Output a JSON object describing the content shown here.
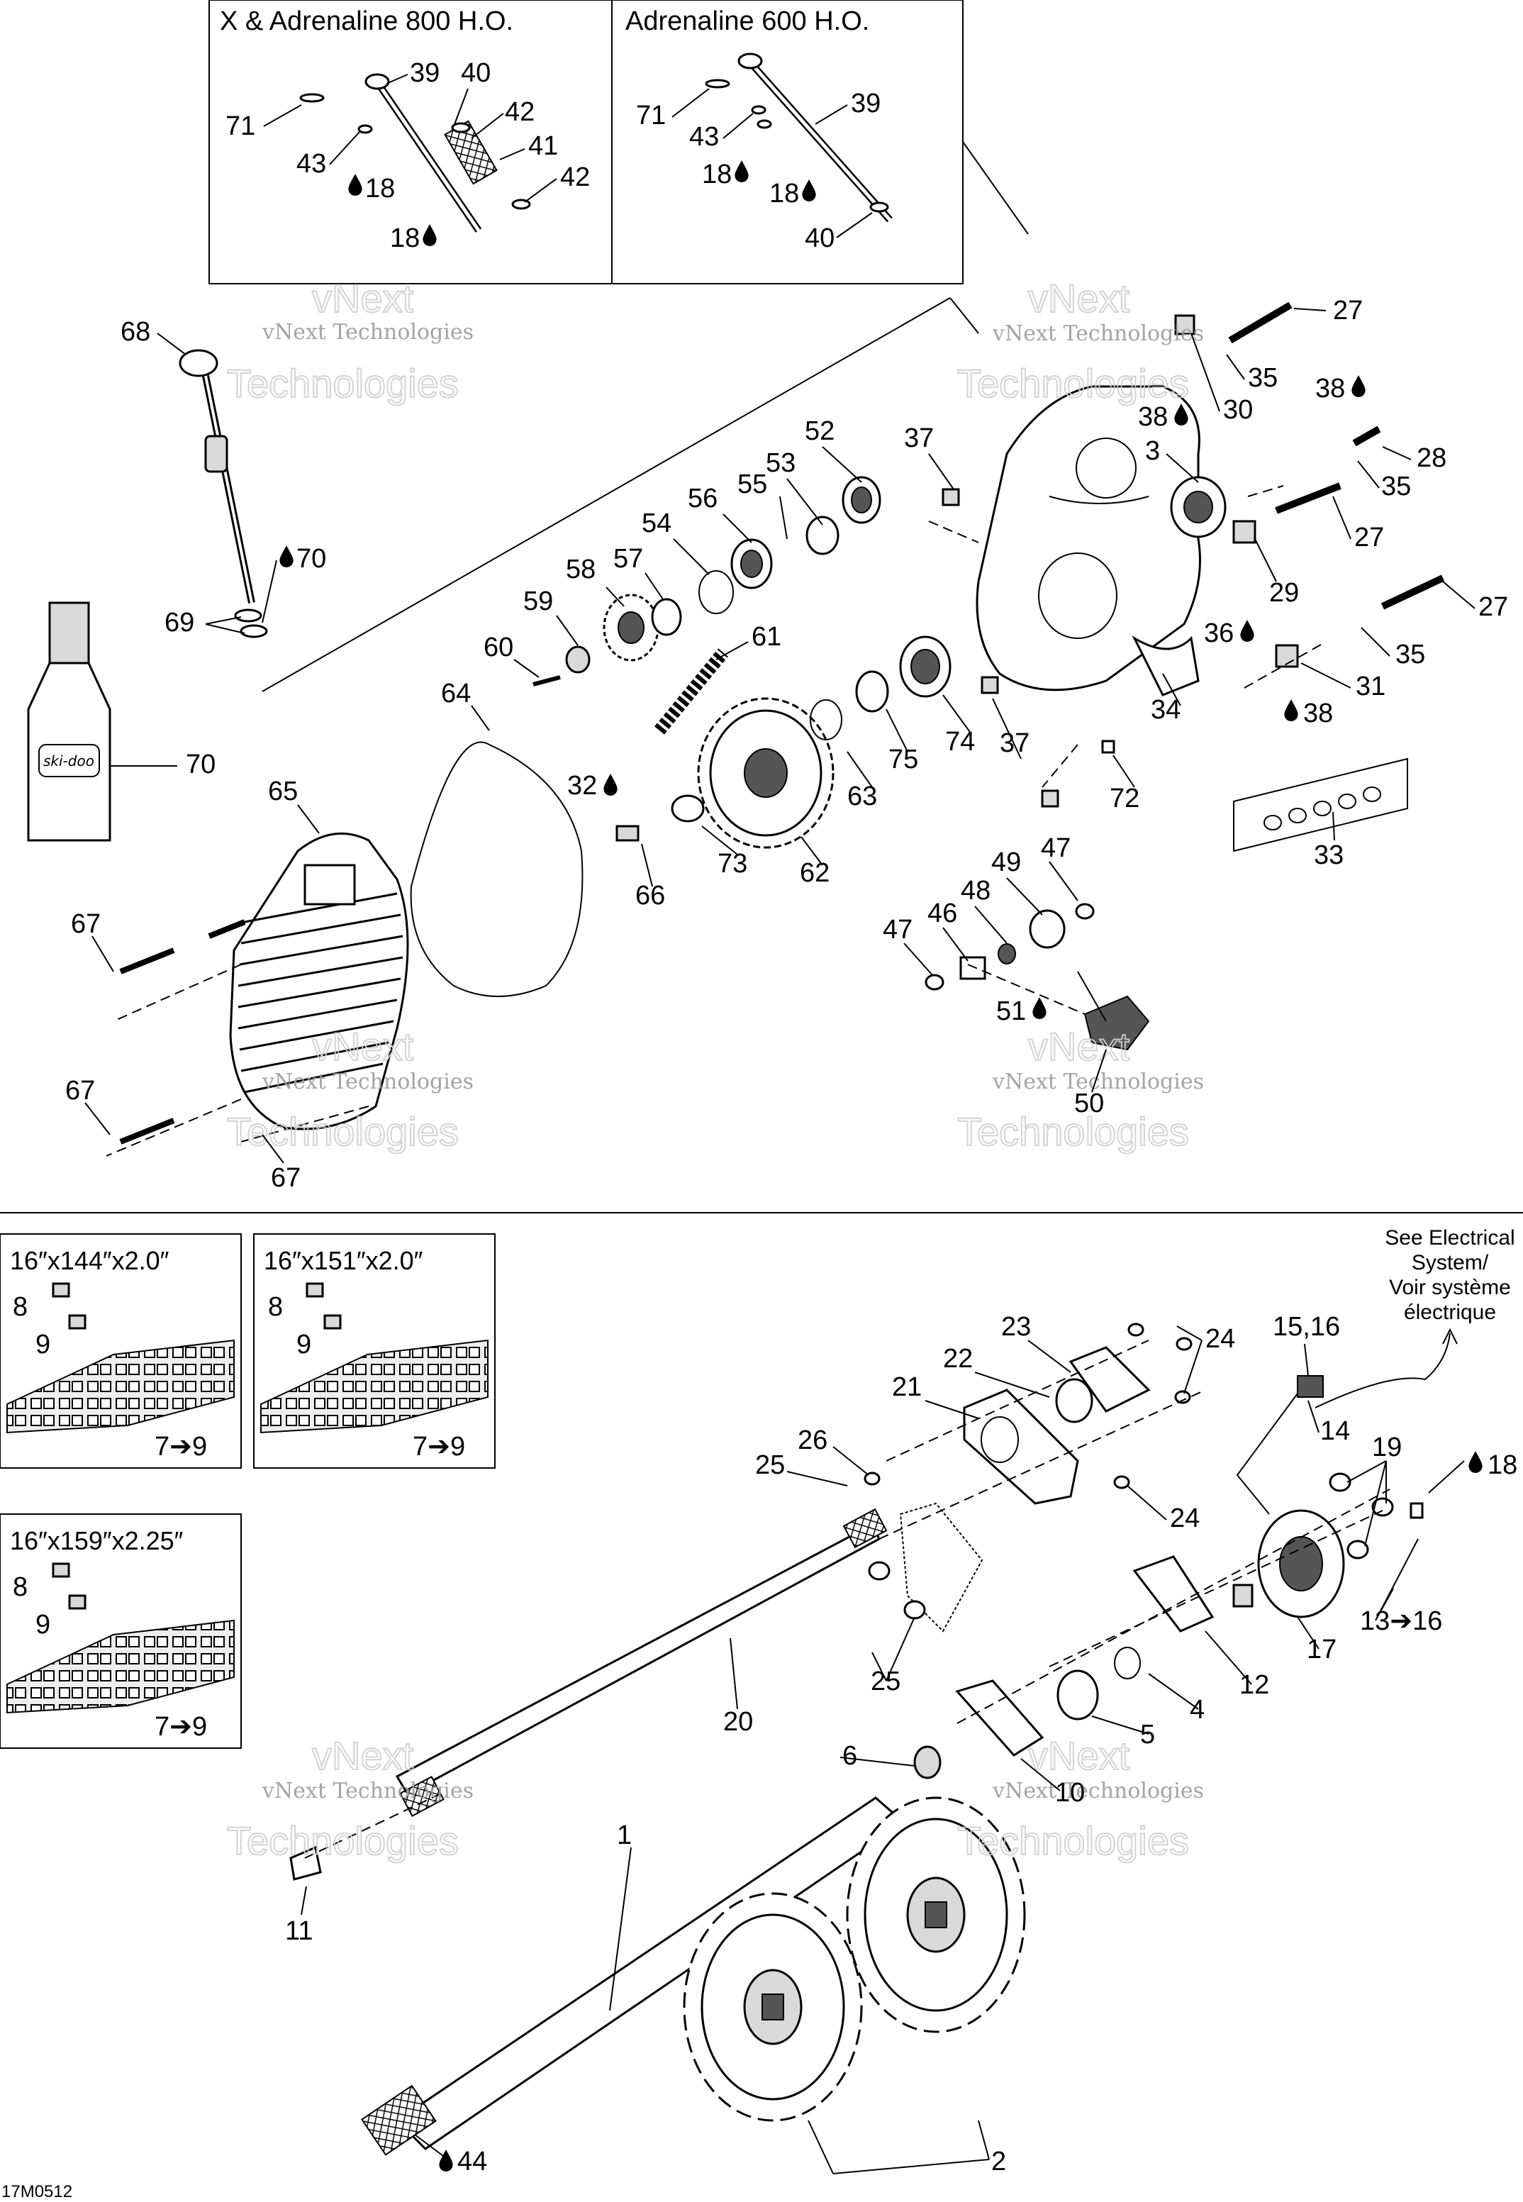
{
  "variant_boxes": {
    "left_title": "X & Adrenaline 800 H.O.",
    "right_title": "Adrenaline 600 H.O."
  },
  "tracks": [
    {
      "size": "16″x144″x2.0″",
      "label_a": "8",
      "label_b": "9",
      "range": "7➔9"
    },
    {
      "size": "16″x151″x2.0″",
      "label_a": "8",
      "label_b": "9",
      "range": "7➔9"
    },
    {
      "size": "16″x159″x2.25″",
      "label_a": "8",
      "label_b": "9",
      "range": "7➔9"
    }
  ],
  "electrical_note": {
    "line1": "See Electrical",
    "line2": "System/",
    "line3": "Voir système",
    "line4": "électrique"
  },
  "watermark": {
    "line1": "vNext Technologies",
    "line2": "vNext",
    "line3": "Technologies"
  },
  "figure_code": "17M0512",
  "icons": {
    "drop": "oil-drop-icon",
    "bottle": "oil-bottle-icon"
  },
  "callouts": {
    "c39a": "39",
    "c40a": "40",
    "c42a": "42",
    "c41": "41",
    "c42b": "42",
    "c71a": "71",
    "c43a": "43",
    "c18a": "18",
    "c18b": "18",
    "c71b": "71",
    "c43b": "43",
    "c39b": "39",
    "c18c": "18",
    "c18d": "18",
    "c40b": "40",
    "c68": "68",
    "c69": "69",
    "c70a": "70",
    "c70b": "70",
    "c52": "52",
    "c53": "53",
    "c55": "55",
    "c56": "56",
    "c54": "54",
    "c37a": "37",
    "c57": "57",
    "c58": "58",
    "c59": "59",
    "c60": "60",
    "c61": "61",
    "c64": "64",
    "c65": "65",
    "c32": "32",
    "c73": "73",
    "c62": "62",
    "c63": "63",
    "c75": "75",
    "c74": "74",
    "c37b": "37",
    "c72": "72",
    "c66": "66",
    "c67a": "67",
    "c67b": "67",
    "c67c": "67",
    "c27a": "27",
    "c35a": "35",
    "c30": "30",
    "c38a": "38",
    "c38b": "38",
    "c28": "28",
    "c3": "3",
    "c35b": "35",
    "c27b": "27",
    "c29": "29",
    "c27c": "27",
    "c36": "36",
    "c35c": "35",
    "c31": "31",
    "c38c": "38",
    "c34": "34",
    "c33": "33",
    "c47a": "47",
    "c49": "49",
    "c48": "48",
    "c46": "46",
    "c47b": "47",
    "c51": "51",
    "c50": "50",
    "c23": "23",
    "c24a": "24",
    "c22": "22",
    "c21": "21",
    "c26": "26",
    "c25a": "25",
    "c24b": "24",
    "c15_16": "15,16",
    "c14": "14",
    "c19": "19",
    "c18e": "18",
    "c13_16": "13➔16",
    "c17": "17",
    "c12": "12",
    "c4": "4",
    "c5": "5",
    "c25b": "25",
    "c20": "20",
    "c6": "6",
    "c10": "10",
    "c1": "1",
    "c11": "11",
    "c2": "2",
    "c44": "44"
  }
}
